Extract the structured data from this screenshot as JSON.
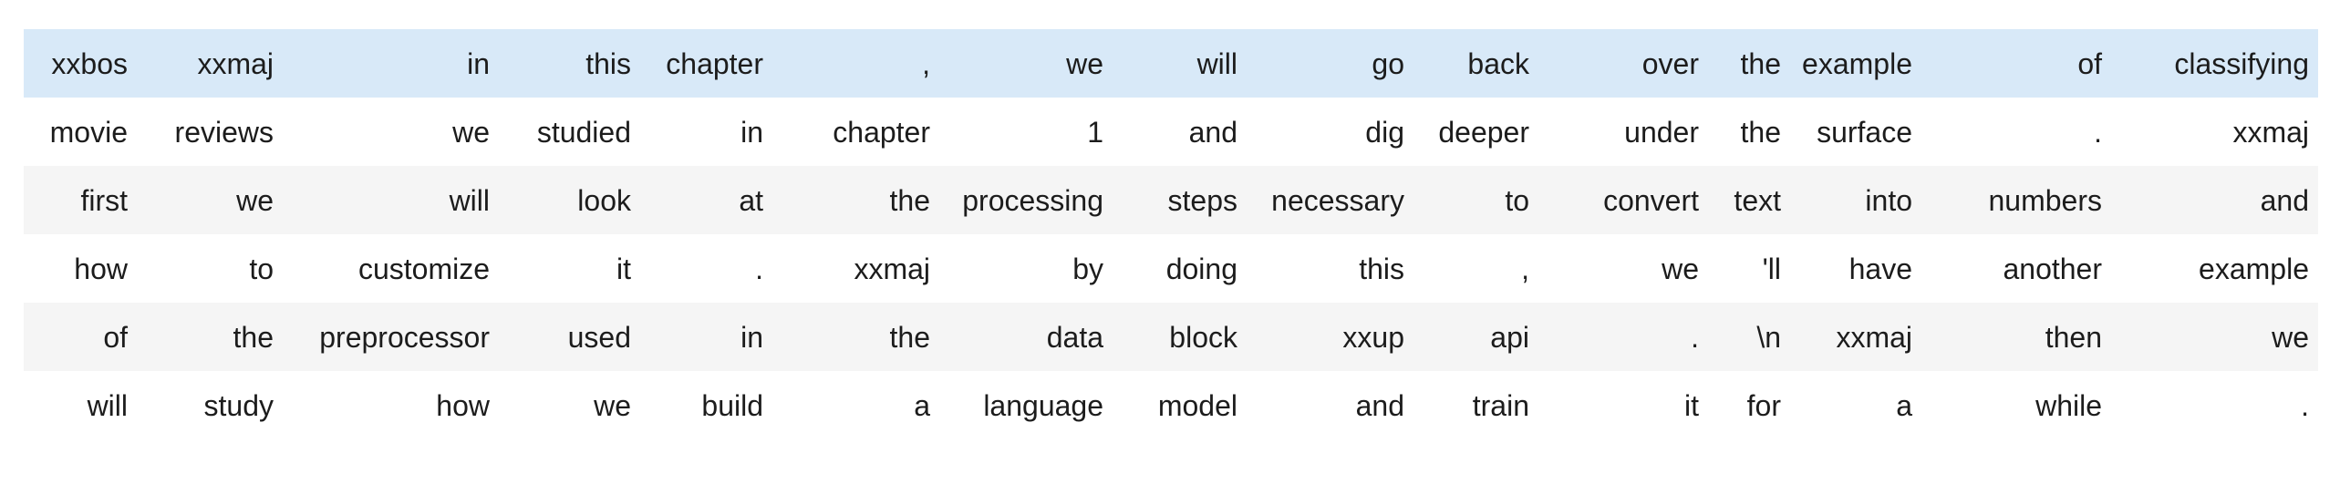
{
  "table": {
    "description": "tokenized-text-batch",
    "highlight_color": "#d8e9f8",
    "stripe_color": "#f5f5f5",
    "plain_color": "#ffffff",
    "text_color": "#1c1c1c",
    "rows": [
      {
        "highlighted": true,
        "cells": [
          "xxbos",
          "xxmaj",
          "in",
          "this",
          "chapter",
          ",",
          "we",
          "will",
          "go",
          "back",
          "over",
          "the",
          "example",
          "of",
          "classifying"
        ]
      },
      {
        "highlighted": false,
        "cells": [
          "movie",
          "reviews",
          "we",
          "studied",
          "in",
          "chapter",
          "1",
          "and",
          "dig",
          "deeper",
          "under",
          "the",
          "surface",
          ".",
          "xxmaj"
        ]
      },
      {
        "highlighted": false,
        "cells": [
          "first",
          "we",
          "will",
          "look",
          "at",
          "the",
          "processing",
          "steps",
          "necessary",
          "to",
          "convert",
          "text",
          "into",
          "numbers",
          "and"
        ]
      },
      {
        "highlighted": false,
        "cells": [
          "how",
          "to",
          "customize",
          "it",
          ".",
          "xxmaj",
          "by",
          "doing",
          "this",
          ",",
          "we",
          "'ll",
          "have",
          "another",
          "example"
        ]
      },
      {
        "highlighted": false,
        "cells": [
          "of",
          "the",
          "preprocessor",
          "used",
          "in",
          "the",
          "data",
          "block",
          "xxup",
          "api",
          ".",
          "\\n",
          "xxmaj",
          "then",
          "we"
        ]
      },
      {
        "highlighted": false,
        "cells": [
          "will",
          "study",
          "how",
          "we",
          "build",
          "a",
          "language",
          "model",
          "and",
          "train",
          "it",
          "for",
          "a",
          "while",
          "."
        ]
      }
    ]
  }
}
